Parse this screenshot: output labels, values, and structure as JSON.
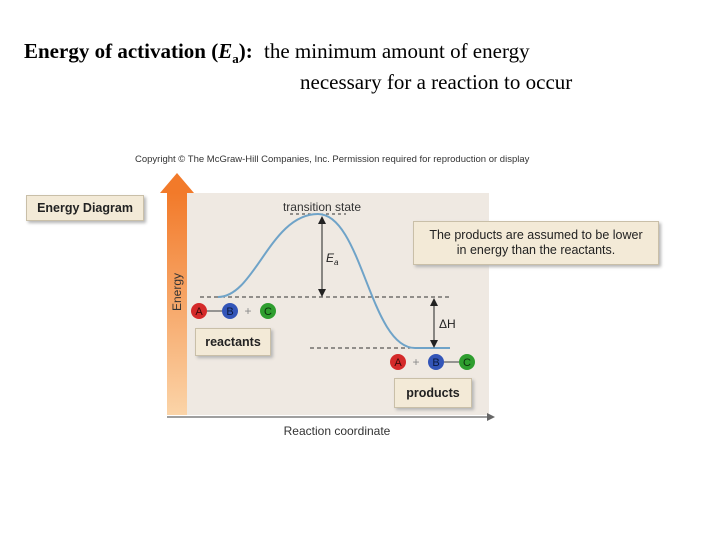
{
  "heading": {
    "term": "Energy of activation (",
    "symbol": "E",
    "subscript": "a",
    "term_close": "):",
    "definition_line1": "the minimum amount of energy",
    "definition_line2": "necessary for a reaction to occur"
  },
  "figure": {
    "copyright": "Copyright © The McGraw-Hill Companies, Inc. Permission required for reproduction or display",
    "panel_title": "Energy Diagram",
    "transition_state": "transition state",
    "ea_symbol": "E",
    "ea_subscript": "a",
    "delta_h": "ΔH",
    "note_line1": "The products are assumed to be lower",
    "note_line2": "in energy than the reactants.",
    "y_axis_label": "Energy",
    "x_axis_label": "Reaction coordinate",
    "reactants_label": "reactants",
    "products_label": "products",
    "plus": "+",
    "atoms": [
      {
        "letter": "A",
        "color": "#d42a2a"
      },
      {
        "letter": "B",
        "color": "#3355b8"
      },
      {
        "letter": "C",
        "color": "#2f9e2f"
      }
    ],
    "colors": {
      "panel": "#efe9e2",
      "arrow": "#f08a3a",
      "curve": "#6fa3c8",
      "label_box": "#f3ead7"
    }
  }
}
